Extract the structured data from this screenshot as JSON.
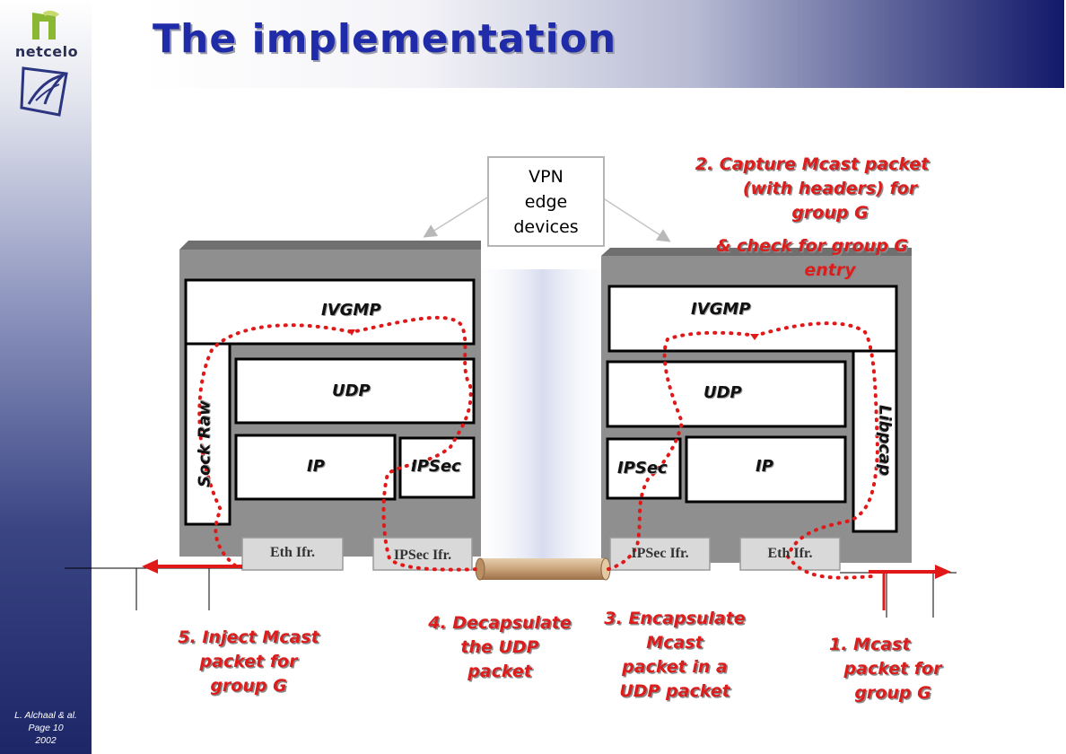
{
  "logo": {
    "brand": "netcelo",
    "brand_color": "#2a2f55",
    "accent": "#8ab832"
  },
  "footer": {
    "line1": "L. Alchaal & al.",
    "line2": "Page 10",
    "line3": "2002"
  },
  "title": "The implementation",
  "vpn_box": {
    "line1": "VPN",
    "line2": "edge",
    "line3": "devices"
  },
  "left_device": {
    "ivgmp": "IVGMP",
    "udp": "UDP",
    "ip": "IP",
    "ipsec": "IPSec",
    "side": "Sock Raw",
    "eth_ifr": "Eth Ifr.",
    "ipsec_ifr": "IPSec Ifr."
  },
  "right_device": {
    "ivgmp": "IVGMP",
    "udp": "UDP",
    "ip": "IP",
    "ipsec": "IPSec",
    "side": "Libpcap",
    "eth_ifr": "Eth Ifr.",
    "ipsec_ifr": "IPSec Ifr."
  },
  "annotations": {
    "capture": {
      "l1": "2. Capture Mcast packet",
      "l2": "(with headers) for",
      "l3": "group G"
    },
    "check": {
      "l1": "& check for group G",
      "l2": "entry"
    },
    "inject": {
      "l1": "5. Inject Mcast",
      "l2": "packet for",
      "l3": "group G"
    },
    "decap": {
      "l1": "4. Decapsulate",
      "l2": "the UDP",
      "l3": "packet"
    },
    "encap": {
      "l1": "3. Encapsulate",
      "l2": "Mcast",
      "l3": "packet in a",
      "l4": "UDP packet"
    },
    "mcast": {
      "l1": "1. Mcast",
      "l2": "packet for",
      "l3": "group G"
    }
  },
  "colors": {
    "title": "#1f2ba8",
    "annotation": "#dc1d1d",
    "path": "#e01818",
    "device": "#8f8f8f"
  }
}
